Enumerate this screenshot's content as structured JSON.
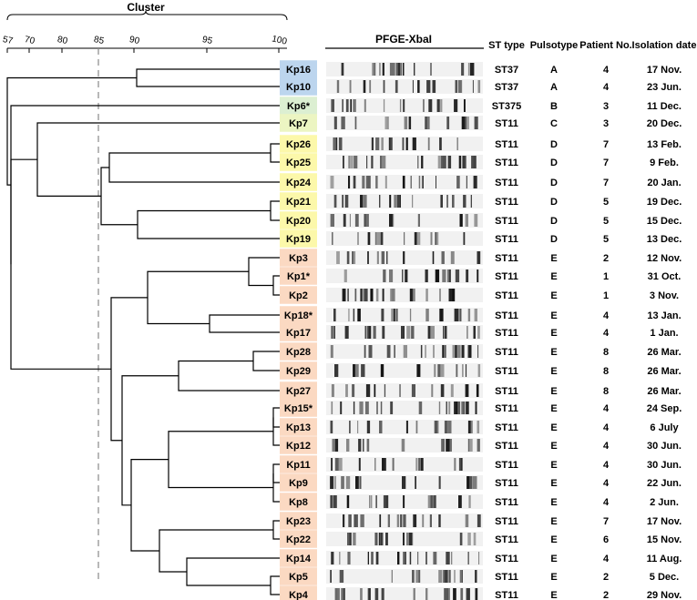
{
  "cluster_label": "Cluster",
  "pfge_label": "PFGE-XbaI",
  "scale_ticks": [
    {
      "label": "57",
      "value": 57
    },
    {
      "label": "70",
      "value": 70
    },
    {
      "label": "80",
      "value": 80
    },
    {
      "label": "85",
      "value": 85
    },
    {
      "label": "90",
      "value": 90
    },
    {
      "label": "95",
      "value": 95
    },
    {
      "label": "100",
      "value": 100
    }
  ],
  "cutoff_value": 85,
  "column_headers": {
    "st_type": "ST type",
    "pulsotype": "Pulsotype",
    "patient_no": "Patient No.",
    "isolation_date": "Isolation date"
  },
  "colors": {
    "A": "#bcd5ee",
    "B": "#dcefd2",
    "C": "#ecf5c2",
    "D": "#fcf8aa",
    "E": "#fbd9c2",
    "dendrogram": "#000000",
    "cutoff_line": "#888888"
  },
  "isolates": [
    {
      "name": "Kp16",
      "st": "ST37",
      "pulsotype": "A",
      "patient": "4",
      "date": "17 Nov."
    },
    {
      "name": "Kp10",
      "st": "ST37",
      "pulsotype": "A",
      "patient": "4",
      "date": "23 Jun."
    },
    {
      "name": "Kp6*",
      "st": "ST375",
      "pulsotype": "B",
      "patient": "3",
      "date": "11 Dec."
    },
    {
      "name": "Kp7",
      "st": "ST11",
      "pulsotype": "C",
      "patient": "3",
      "date": "20 Dec."
    },
    {
      "name": "Kp26",
      "st": "ST11",
      "pulsotype": "D",
      "patient": "7",
      "date": "13 Feb."
    },
    {
      "name": "Kp25",
      "st": "ST11",
      "pulsotype": "D",
      "patient": "7",
      "date": "9 Feb."
    },
    {
      "name": "Kp24",
      "st": "ST11",
      "pulsotype": "D",
      "patient": "7",
      "date": "20 Jan."
    },
    {
      "name": "Kp21",
      "st": "ST11",
      "pulsotype": "D",
      "patient": "5",
      "date": "19 Dec."
    },
    {
      "name": "Kp20",
      "st": "ST11",
      "pulsotype": "D",
      "patient": "5",
      "date": "15 Dec."
    },
    {
      "name": "Kp19",
      "st": "ST11",
      "pulsotype": "D",
      "patient": "5",
      "date": "13 Dec."
    },
    {
      "name": "Kp3",
      "st": "ST11",
      "pulsotype": "E",
      "patient": "2",
      "date": "12 Nov."
    },
    {
      "name": "Kp1*",
      "st": "ST11",
      "pulsotype": "E",
      "patient": "1",
      "date": "31 Oct."
    },
    {
      "name": "Kp2",
      "st": "ST11",
      "pulsotype": "E",
      "patient": "1",
      "date": "3 Nov."
    },
    {
      "name": "Kp18*",
      "st": "ST11",
      "pulsotype": "E",
      "patient": "4",
      "date": "13 Jan."
    },
    {
      "name": "Kp17",
      "st": "ST11",
      "pulsotype": "E",
      "patient": "4",
      "date": "1 Jan."
    },
    {
      "name": "Kp28",
      "st": "ST11",
      "pulsotype": "E",
      "patient": "8",
      "date": "26 Mar."
    },
    {
      "name": "Kp29",
      "st": "ST11",
      "pulsotype": "E",
      "patient": "8",
      "date": "26 Mar."
    },
    {
      "name": "Kp27",
      "st": "ST11",
      "pulsotype": "E",
      "patient": "8",
      "date": "26 Mar."
    },
    {
      "name": "Kp15*",
      "st": "ST11",
      "pulsotype": "E",
      "patient": "4",
      "date": "24 Sep."
    },
    {
      "name": "Kp13",
      "st": "ST11",
      "pulsotype": "E",
      "patient": "4",
      "date": "6 July"
    },
    {
      "name": "Kp12",
      "st": "ST11",
      "pulsotype": "E",
      "patient": "4",
      "date": "30 Jun."
    },
    {
      "name": "Kp11",
      "st": "ST11",
      "pulsotype": "E",
      "patient": "4",
      "date": "30 Jun."
    },
    {
      "name": "Kp9",
      "st": "ST11",
      "pulsotype": "E",
      "patient": "4",
      "date": "22 Jun."
    },
    {
      "name": "Kp8",
      "st": "ST11",
      "pulsotype": "E",
      "patient": "4",
      "date": "2 Jun."
    },
    {
      "name": "Kp23",
      "st": "ST11",
      "pulsotype": "E",
      "patient": "7",
      "date": "17 Nov."
    },
    {
      "name": "Kp22",
      "st": "ST11",
      "pulsotype": "E",
      "patient": "6",
      "date": "15 Nov."
    },
    {
      "name": "Kp14",
      "st": "ST11",
      "pulsotype": "E",
      "patient": "4",
      "date": "11 Aug."
    },
    {
      "name": "Kp5",
      "st": "ST11",
      "pulsotype": "E",
      "patient": "2",
      "date": "5 Dec."
    },
    {
      "name": "Kp4",
      "st": "ST11",
      "pulsotype": "E",
      "patient": "2",
      "date": "29 Nov."
    }
  ]
}
